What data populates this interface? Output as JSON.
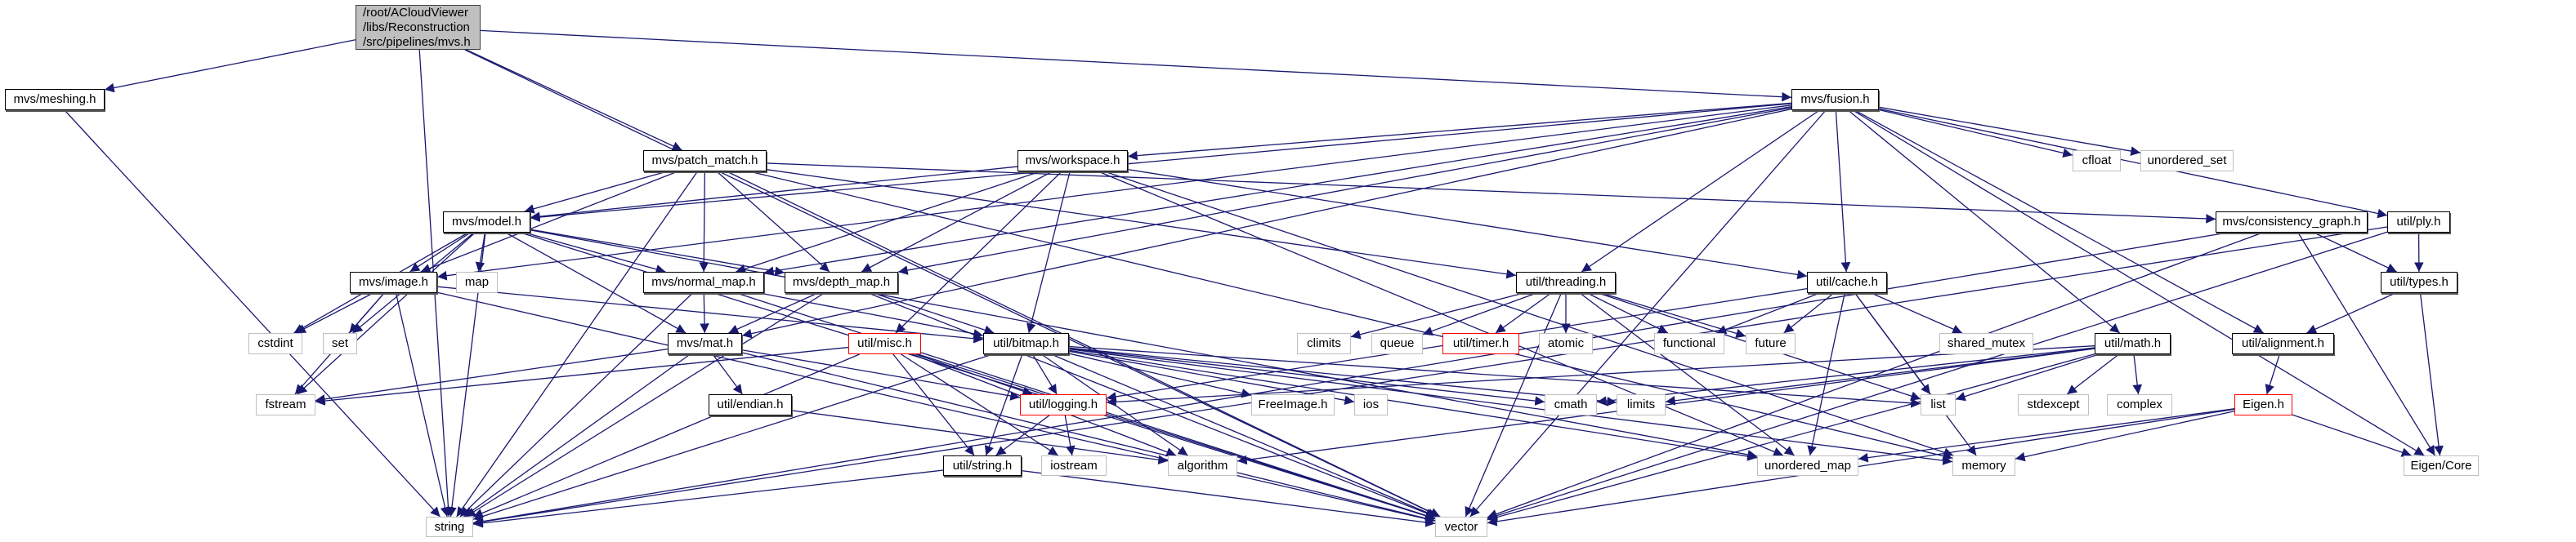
{
  "colors": {
    "edge": "#191970",
    "root_fill": "#bfbfbf",
    "system_border": "#bfbfbf",
    "incomplete_border": "#ff0000"
  },
  "nodes": [
    {
      "id": "root",
      "label": "/root/ACloudViewer\n/libs/Reconstruction\n/src/pipelines/mvs.h",
      "kind": "root"
    },
    {
      "id": "meshing",
      "label": "mvs/meshing.h",
      "kind": "doc"
    },
    {
      "id": "fusion",
      "label": "mvs/fusion.h",
      "kind": "doc"
    },
    {
      "id": "patch_match",
      "label": "mvs/patch_match.h",
      "kind": "doc"
    },
    {
      "id": "workspace",
      "label": "mvs/workspace.h",
      "kind": "doc"
    },
    {
      "id": "cfloat",
      "label": "cfloat",
      "kind": "sys"
    },
    {
      "id": "unordered_set",
      "label": "unordered_set",
      "kind": "sys"
    },
    {
      "id": "model",
      "label": "mvs/model.h",
      "kind": "doc"
    },
    {
      "id": "consistency_graph",
      "label": "mvs/consistency_graph.h",
      "kind": "doc"
    },
    {
      "id": "ply",
      "label": "util/ply.h",
      "kind": "doc"
    },
    {
      "id": "image",
      "label": "mvs/image.h",
      "kind": "doc"
    },
    {
      "id": "map",
      "label": "map",
      "kind": "sys"
    },
    {
      "id": "normal_map",
      "label": "mvs/normal_map.h",
      "kind": "doc"
    },
    {
      "id": "depth_map",
      "label": "mvs/depth_map.h",
      "kind": "doc"
    },
    {
      "id": "threading",
      "label": "util/threading.h",
      "kind": "doc"
    },
    {
      "id": "cache",
      "label": "util/cache.h",
      "kind": "doc"
    },
    {
      "id": "types",
      "label": "util/types.h",
      "kind": "doc"
    },
    {
      "id": "cstdint",
      "label": "cstdint",
      "kind": "sys"
    },
    {
      "id": "set",
      "label": "set",
      "kind": "sys"
    },
    {
      "id": "mat",
      "label": "mvs/mat.h",
      "kind": "doc"
    },
    {
      "id": "misc",
      "label": "util/misc.h",
      "kind": "red"
    },
    {
      "id": "bitmap",
      "label": "util/bitmap.h",
      "kind": "doc"
    },
    {
      "id": "climits",
      "label": "climits",
      "kind": "sys"
    },
    {
      "id": "queue",
      "label": "queue",
      "kind": "sys"
    },
    {
      "id": "timer",
      "label": "util/timer.h",
      "kind": "red"
    },
    {
      "id": "atomic",
      "label": "atomic",
      "kind": "sys"
    },
    {
      "id": "functional",
      "label": "functional",
      "kind": "sys"
    },
    {
      "id": "future",
      "label": "future",
      "kind": "sys"
    },
    {
      "id": "shared_mutex",
      "label": "shared_mutex",
      "kind": "sys"
    },
    {
      "id": "math",
      "label": "util/math.h",
      "kind": "doc"
    },
    {
      "id": "alignment",
      "label": "util/alignment.h",
      "kind": "doc"
    },
    {
      "id": "fstream",
      "label": "fstream",
      "kind": "sys"
    },
    {
      "id": "endian",
      "label": "util/endian.h",
      "kind": "doc"
    },
    {
      "id": "logging",
      "label": "util/logging.h",
      "kind": "red"
    },
    {
      "id": "freeimage",
      "label": "FreeImage.h",
      "kind": "sys"
    },
    {
      "id": "ios",
      "label": "ios",
      "kind": "sys"
    },
    {
      "id": "cmath",
      "label": "cmath",
      "kind": "sys"
    },
    {
      "id": "limits",
      "label": "limits",
      "kind": "sys"
    },
    {
      "id": "list",
      "label": "list",
      "kind": "sys"
    },
    {
      "id": "stdexcept",
      "label": "stdexcept",
      "kind": "sys"
    },
    {
      "id": "complex",
      "label": "complex",
      "kind": "sys"
    },
    {
      "id": "eigen_h",
      "label": "Eigen.h",
      "kind": "red"
    },
    {
      "id": "string_h",
      "label": "util/string.h",
      "kind": "doc"
    },
    {
      "id": "iostream",
      "label": "iostream",
      "kind": "sys"
    },
    {
      "id": "algorithm",
      "label": "algorithm",
      "kind": "sys"
    },
    {
      "id": "unordered_map",
      "label": "unordered_map",
      "kind": "sys"
    },
    {
      "id": "memory",
      "label": "memory",
      "kind": "sys"
    },
    {
      "id": "eigen_core",
      "label": "Eigen/Core",
      "kind": "sys"
    },
    {
      "id": "string",
      "label": "string",
      "kind": "sys"
    },
    {
      "id": "vector",
      "label": "vector",
      "kind": "sys"
    }
  ],
  "edges": [
    [
      "root",
      "meshing"
    ],
    [
      "root",
      "patch_match"
    ],
    [
      "root",
      "fusion"
    ],
    [
      "root",
      "string"
    ],
    [
      "root",
      "vector"
    ],
    [
      "meshing",
      "string"
    ],
    [
      "fusion",
      "model"
    ],
    [
      "fusion",
      "image"
    ],
    [
      "fusion",
      "mat"
    ],
    [
      "fusion",
      "depth_map"
    ],
    [
      "fusion",
      "normal_map"
    ],
    [
      "fusion",
      "workspace"
    ],
    [
      "fusion",
      "threading"
    ],
    [
      "fusion",
      "cache"
    ],
    [
      "fusion",
      "math"
    ],
    [
      "fusion",
      "alignment"
    ],
    [
      "fusion",
      "ply"
    ],
    [
      "fusion",
      "cfloat"
    ],
    [
      "fusion",
      "unordered_set"
    ],
    [
      "fusion",
      "eigen_core"
    ],
    [
      "fusion",
      "vector"
    ],
    [
      "patch_match",
      "model"
    ],
    [
      "patch_match",
      "image"
    ],
    [
      "patch_match",
      "normal_map"
    ],
    [
      "patch_match",
      "depth_map"
    ],
    [
      "patch_match",
      "consistency_graph"
    ],
    [
      "patch_match",
      "threading"
    ],
    [
      "patch_match",
      "memory"
    ],
    [
      "patch_match",
      "vector"
    ],
    [
      "patch_match",
      "string"
    ],
    [
      "workspace",
      "model"
    ],
    [
      "workspace",
      "normal_map"
    ],
    [
      "workspace",
      "depth_map"
    ],
    [
      "workspace",
      "bitmap"
    ],
    [
      "workspace",
      "misc"
    ],
    [
      "workspace",
      "cache"
    ],
    [
      "workspace",
      "unordered_map"
    ],
    [
      "workspace",
      "memory"
    ],
    [
      "model",
      "image"
    ],
    [
      "model",
      "map"
    ],
    [
      "model",
      "cstdint"
    ],
    [
      "model",
      "set"
    ],
    [
      "model",
      "fstream"
    ],
    [
      "model",
      "string"
    ],
    [
      "model",
      "vector"
    ],
    [
      "model",
      "normal_map"
    ],
    [
      "model",
      "depth_map"
    ],
    [
      "model",
      "mat"
    ],
    [
      "model",
      "unordered_map"
    ],
    [
      "consistency_graph",
      "types"
    ],
    [
      "consistency_graph",
      "eigen_core"
    ],
    [
      "consistency_graph",
      "vector"
    ],
    [
      "consistency_graph",
      "string"
    ],
    [
      "ply",
      "types"
    ],
    [
      "ply",
      "vector"
    ],
    [
      "ply",
      "string"
    ],
    [
      "image",
      "cstdint"
    ],
    [
      "image",
      "set"
    ],
    [
      "image",
      "fstream"
    ],
    [
      "image",
      "string"
    ],
    [
      "image",
      "vector"
    ],
    [
      "image",
      "bitmap"
    ],
    [
      "normal_map",
      "mat"
    ],
    [
      "normal_map",
      "bitmap"
    ],
    [
      "normal_map",
      "string"
    ],
    [
      "normal_map",
      "vector"
    ],
    [
      "depth_map",
      "mat"
    ],
    [
      "depth_map",
      "bitmap"
    ],
    [
      "depth_map",
      "string"
    ],
    [
      "depth_map",
      "vector"
    ],
    [
      "mat",
      "fstream"
    ],
    [
      "mat",
      "endian"
    ],
    [
      "mat",
      "logging"
    ],
    [
      "mat",
      "string"
    ],
    [
      "mat",
      "vector"
    ],
    [
      "misc",
      "fstream"
    ],
    [
      "misc",
      "logging"
    ],
    [
      "misc",
      "string_h"
    ],
    [
      "misc",
      "iostream"
    ],
    [
      "misc",
      "algorithm"
    ],
    [
      "misc",
      "string"
    ],
    [
      "misc",
      "vector"
    ],
    [
      "bitmap",
      "logging"
    ],
    [
      "bitmap",
      "string_h"
    ],
    [
      "bitmap",
      "freeimage"
    ],
    [
      "bitmap",
      "ios"
    ],
    [
      "bitmap",
      "cmath"
    ],
    [
      "bitmap",
      "limits"
    ],
    [
      "bitmap",
      "list"
    ],
    [
      "bitmap",
      "algorithm"
    ],
    [
      "bitmap",
      "memory"
    ],
    [
      "bitmap",
      "vector"
    ],
    [
      "bitmap",
      "string"
    ],
    [
      "bitmap",
      "unordered_map"
    ],
    [
      "threading",
      "climits"
    ],
    [
      "threading",
      "queue"
    ],
    [
      "threading",
      "timer"
    ],
    [
      "threading",
      "atomic"
    ],
    [
      "threading",
      "functional"
    ],
    [
      "threading",
      "future"
    ],
    [
      "threading",
      "list"
    ],
    [
      "threading",
      "unordered_map"
    ],
    [
      "threading",
      "vector"
    ],
    [
      "cache",
      "functional"
    ],
    [
      "cache",
      "future"
    ],
    [
      "cache",
      "shared_mutex"
    ],
    [
      "cache",
      "list"
    ],
    [
      "cache",
      "unordered_map"
    ],
    [
      "cache",
      "memory"
    ],
    [
      "cache",
      "logging"
    ],
    [
      "math",
      "list"
    ],
    [
      "math",
      "stdexcept"
    ],
    [
      "math",
      "complex"
    ],
    [
      "math",
      "cmath"
    ],
    [
      "math",
      "limits"
    ],
    [
      "math",
      "algorithm"
    ],
    [
      "math",
      "logging"
    ],
    [
      "math",
      "vector"
    ],
    [
      "types",
      "alignment"
    ],
    [
      "types",
      "eigen_core"
    ],
    [
      "alignment",
      "eigen_h"
    ],
    [
      "eigen_h",
      "eigen_core"
    ],
    [
      "eigen_h",
      "memory"
    ],
    [
      "eigen_h",
      "unordered_map"
    ],
    [
      "eigen_h",
      "vector"
    ],
    [
      "logging",
      "iostream"
    ],
    [
      "logging",
      "string_h"
    ],
    [
      "endian",
      "algorithm"
    ],
    [
      "string_h",
      "string"
    ],
    [
      "string_h",
      "vector"
    ]
  ]
}
